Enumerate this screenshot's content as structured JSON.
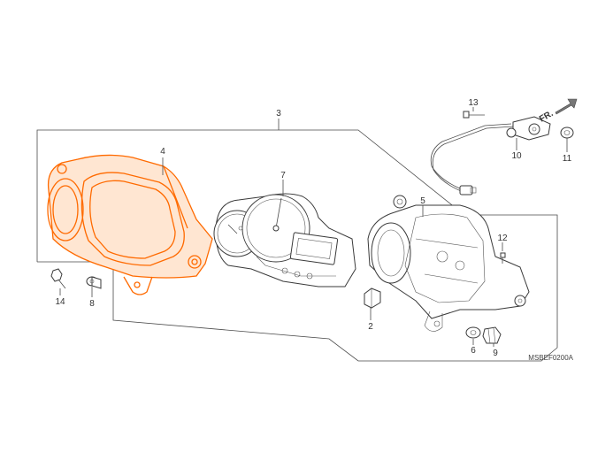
{
  "diagram": {
    "callouts": {
      "p1": "2",
      "p2": "3",
      "p3": "4",
      "p4": "5",
      "p5": "6",
      "p6": "7",
      "p7": "8",
      "p8": "9",
      "p9": "10",
      "p10": "11",
      "p11": "12",
      "p12": "13",
      "p13": "14"
    },
    "front_arrow_label": "FR.",
    "drawing_code": "MSBEF0200A",
    "highlight_color": "#ff6a00",
    "highlighted_part": "4"
  }
}
